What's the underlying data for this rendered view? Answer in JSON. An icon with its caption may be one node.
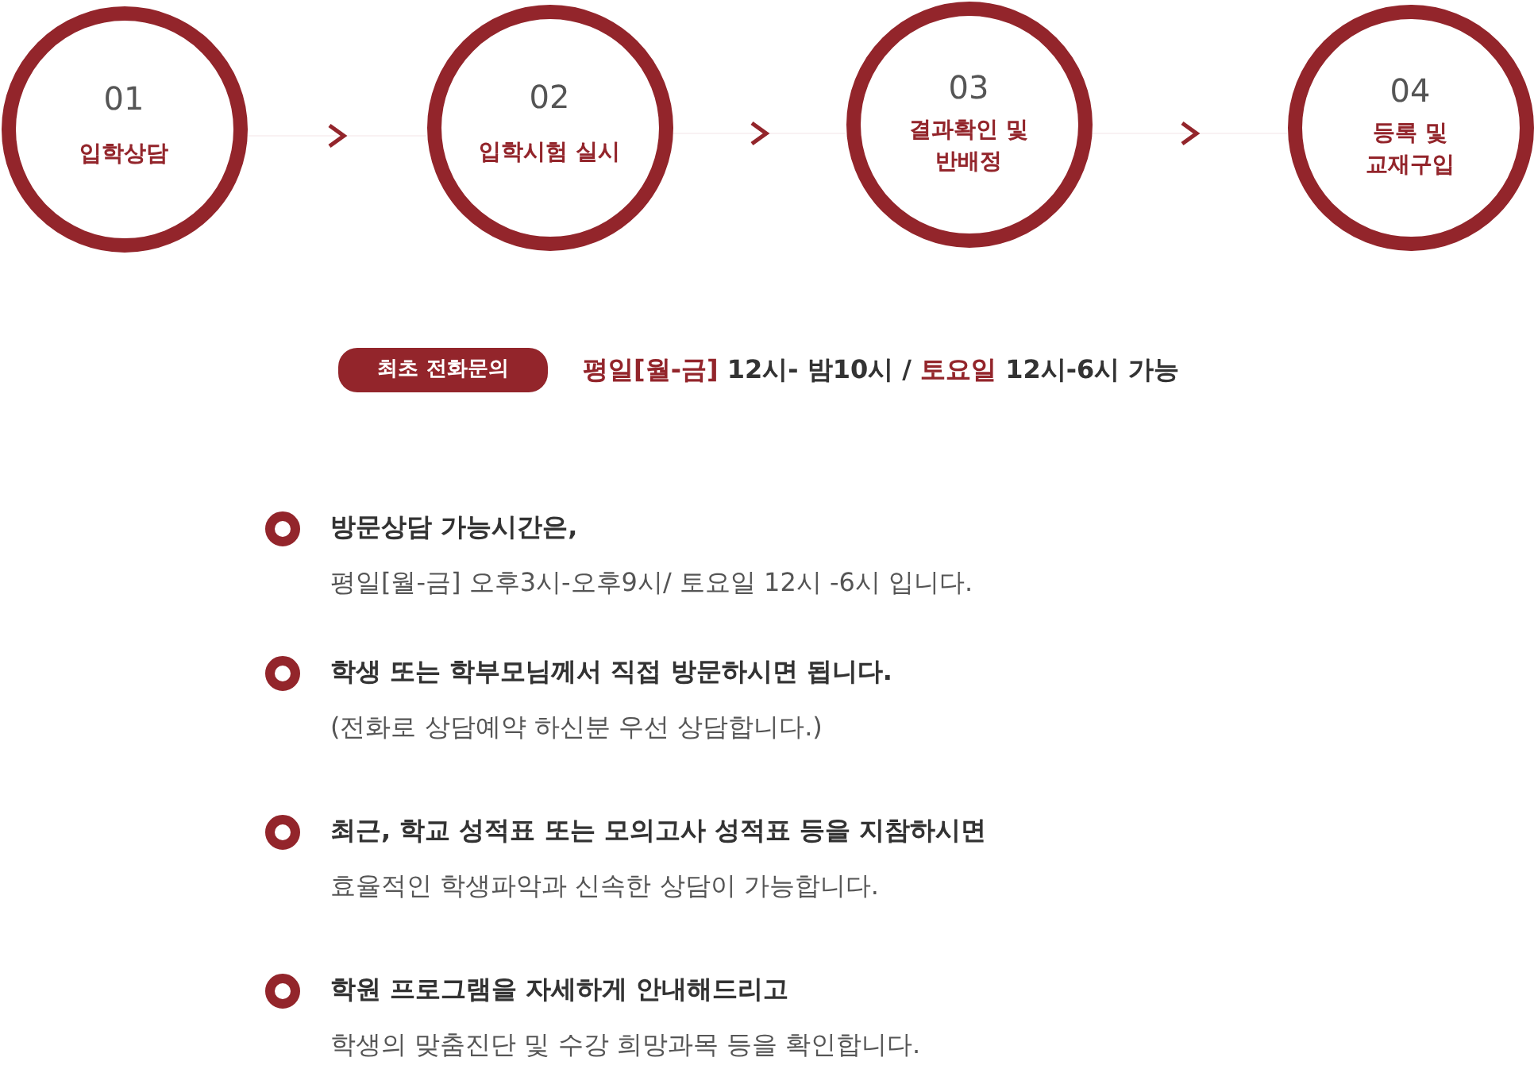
{
  "diagram": {
    "nodes": [
      {
        "text": [
          "01",
          "입학상담"
        ]
      },
      {
        "text": [
          "02",
          "입학시험 실시"
        ]
      },
      {
        "text": [
          "03",
          "결과확인 및 반배정"
        ]
      },
      {
        "text": [
          "04",
          "등록 및 교재구입"
        ]
      },
      {
        "text": [
          "최초 전화문의"
        ]
      }
    ],
    "edges": [
      {
        "from": 0,
        "to": 1,
        "arrow": "to"
      },
      {
        "from": 1,
        "to": 2,
        "arrow": "to"
      },
      {
        "from": 2,
        "to": 3,
        "arrow": "to"
      }
    ],
    "labels": [
      "**평일[월-금]** 12시- 밤10시 / **토요일** 12시-6시 가능",
      "방문상담 가능시간은,",
      "평일[월-금] 오후3시-오후9시/ 토요일 12시 -6시 입니다.",
      "학생 또는 학부모님께서 직접 방문하시면 됩니다.",
      "(전화로 상담예약 하신분 우선 상담합니다.)",
      "최근, 학교 성적표 또는 모의고사 성적표 등을 지참하시면",
      "효율적인 학생파악과 신속한 상담이 가능합니다.",
      "학원 프로그램을 자세하게 안내해드리고",
      "학생의 맞춤진단 및 수강 희망과목 등을 확인합니다."
    ]
  }
}
